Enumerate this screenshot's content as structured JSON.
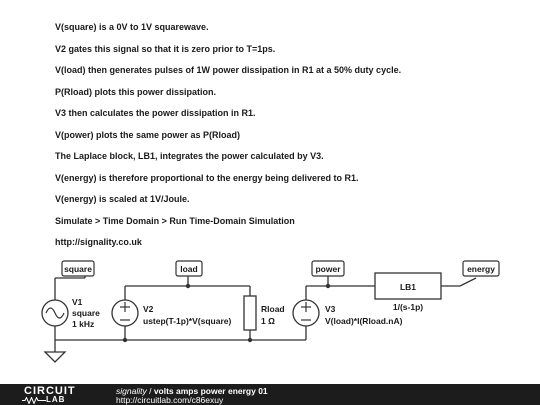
{
  "notes": [
    "V(square) is a 0V to 1V squarewave.",
    "V2 gates this signal so that it is zero prior to T=1ps.",
    "V(load) then generates pulses of 1W power dissipation in R1 at a 50% duty cycle.",
    "P(Rload) plots this power dissipation.",
    "V3 then calculates the power dissipation in R1.",
    "V(power) plots the same power as P(Rload)",
    "The Laplace block, LB1, integrates the power calculated by V3.",
    "V(energy) is therefore proportional to the energy being delivered to R1.",
    "V(energy) is scaled at 1V/Joule.",
    "Simulate > Time Domain > Run Time-Domain Simulation",
    "http://signality.co.uk"
  ],
  "schematic": {
    "nets": [
      "square",
      "load",
      "power",
      "energy"
    ],
    "v1": {
      "name": "V1",
      "line1": "square",
      "line2": "1 kHz"
    },
    "v2": {
      "name": "V2",
      "expr": "ustep(T-1p)*V(square)"
    },
    "rload": {
      "name": "Rload",
      "value": "1 Ω"
    },
    "v3": {
      "name": "V3",
      "expr": "V(load)*I(Rload.nA)"
    },
    "lb1": {
      "name": "LB1",
      "tf": "1/(s-1p)"
    }
  },
  "footer": {
    "logo_top": "CIRCUIT",
    "logo_bottom": "LAB",
    "author": "signality",
    "separator": " / ",
    "title": "volts amps power energy 01",
    "url": "http://circuitlab.com/c86exuy"
  },
  "colors": {
    "wire": "#333333",
    "text": "#1a1a1a",
    "footer_bg": "#1c1c1c"
  }
}
